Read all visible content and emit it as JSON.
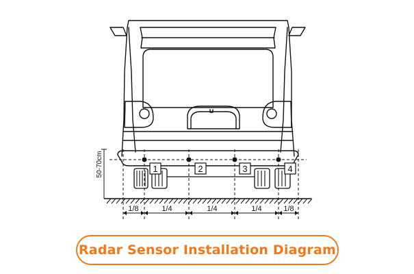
{
  "title": "Radar Sensor Installation Diagram",
  "height_label": "50-70cm",
  "sensors": [
    {
      "id": "sensor-1",
      "label": "1"
    },
    {
      "id": "sensor-2",
      "label": "2"
    },
    {
      "id": "sensor-3",
      "label": "3"
    },
    {
      "id": "sensor-4",
      "label": "4"
    }
  ],
  "spacing_labels": [
    "1/8",
    "1/4",
    "1/4",
    "1/4",
    "1/8"
  ],
  "colors": {
    "accent": "#ee7a1d",
    "line": "#111111"
  }
}
